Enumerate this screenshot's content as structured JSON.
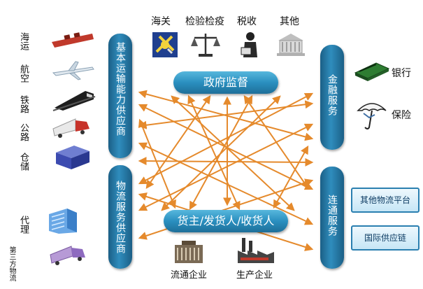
{
  "colors": {
    "arrow": "#e58a2c",
    "pill_dark": "#1b5f86",
    "pill_light": "#2f8dbd",
    "box_border": "#2a7fb0",
    "box_text": "#0e3c63"
  },
  "hubs": {
    "government": "政府监督",
    "shipper": "货主/发货人/收货人"
  },
  "left": {
    "basic_transport": "基本运输能力供应商",
    "logistics_service": "物流服务供应商"
  },
  "right": {
    "finance": "金融服务",
    "connectivity": "连通服务"
  },
  "government_items": [
    {
      "label": "海关",
      "icon": "customs-badge-icon"
    },
    {
      "label": "检验检疫",
      "icon": "scales-icon"
    },
    {
      "label": "税收",
      "icon": "tax-officer-icon"
    },
    {
      "label": "其他",
      "icon": "government-building-icon"
    }
  ],
  "transport_items": [
    {
      "label": "海运",
      "icon": "ship-icon"
    },
    {
      "label": "航空",
      "icon": "airplane-icon"
    },
    {
      "label": "铁路",
      "icon": "train-icon"
    },
    {
      "label": "公路",
      "icon": "truck-icon"
    },
    {
      "label": "仓储",
      "icon": "warehouse-icon"
    }
  ],
  "service_items": [
    {
      "label": "代理",
      "icon": "office-building-icon"
    },
    {
      "label": "第三方物流",
      "icon": "logistics-truck-icon"
    }
  ],
  "finance_items": [
    {
      "label": "银行",
      "icon": "money-stack-icon"
    },
    {
      "label": "保险",
      "icon": "umbrella-icon"
    }
  ],
  "connectivity_items": [
    {
      "label": "其他物流平台"
    },
    {
      "label": "国际供应链"
    }
  ],
  "enterprise_items": [
    {
      "label": "流通企业",
      "icon": "trading-building-icon"
    },
    {
      "label": "生产企业",
      "icon": "factory-icon"
    }
  ]
}
